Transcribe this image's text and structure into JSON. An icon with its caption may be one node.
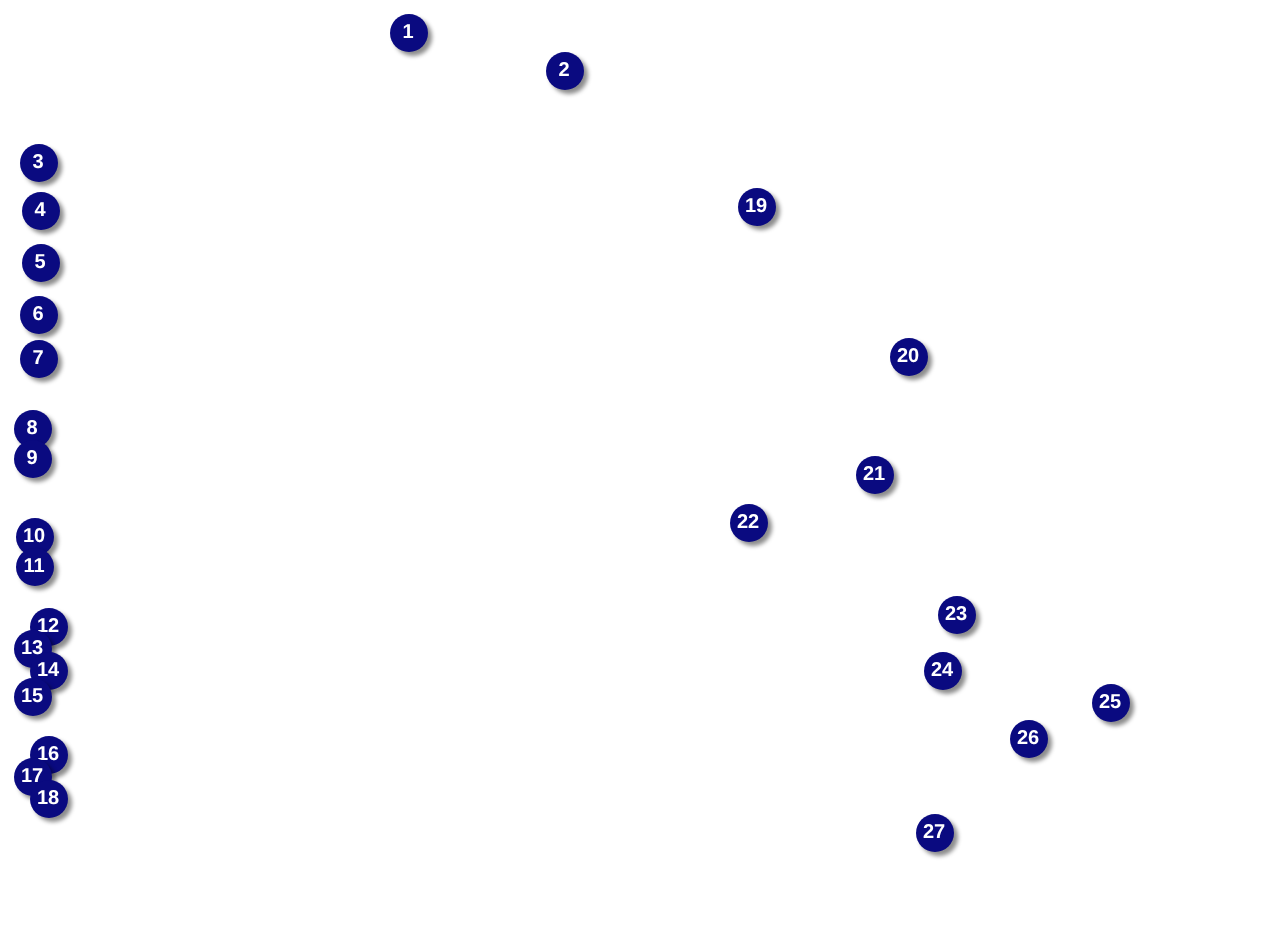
{
  "diagram": {
    "labels": [
      "1",
      "2",
      "3",
      "4",
      "5",
      "6",
      "7",
      "8",
      "9",
      "10",
      "11",
      "12",
      "13",
      "14",
      "15",
      "16",
      "17",
      "18",
      "19",
      "20",
      "21",
      "22",
      "23",
      "24",
      "25",
      "26",
      "27"
    ]
  }
}
